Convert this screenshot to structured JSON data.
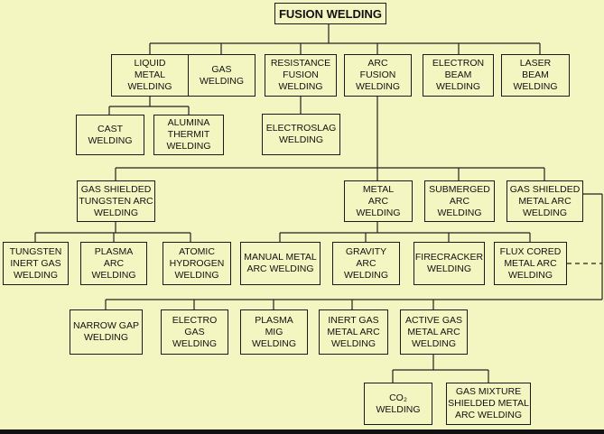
{
  "nodes": {
    "fusion_welding": "FUSION WELDING",
    "liquid_metal": "LIQUID\nMETAL\nWELDING",
    "gas": "GAS\nWELDING",
    "resistance_fusion": "RESISTANCE\nFUSION\nWELDING",
    "arc_fusion": "ARC\nFUSION\nWELDING",
    "electron_beam": "ELECTRON\nBEAM\nWELDING",
    "laser_beam": "LASER\nBEAM\nWELDING",
    "cast": "CAST\nWELDING",
    "alumina_thermit": "ALUMINA\nTHERMIT\nWELDING",
    "electroslag": "ELECTROSLAG\nWELDING",
    "gtaw": "GAS SHIELDED\nTUNGSTEN ARC\nWELDING",
    "metal_arc": "METAL\nARC\nWELDING",
    "submerged_arc": "SUBMERGED\nARC\nWELDING",
    "gas_shielded_metal_arc": "GAS SHIELDED\nMETAL ARC\nWELDING",
    "tungsten_inert_gas": "TUNGSTEN\nINERT GAS\nWELDING",
    "plasma_arc": "PLASMA\nARC\nWELDING",
    "atomic_hydrogen": "ATOMIC\nHYDROGEN\nWELDING",
    "manual_metal_arc": "MANUAL METAL\nARC WELDING",
    "gravity_arc": "GRAVITY\nARC\nWELDING",
    "firecracker": "FIRECRACKER\nWELDING",
    "flux_cored": "FLUX   CORED\nMETAL   ARC\nWELDING",
    "narrow_gap": "NARROW GAP\nWELDING",
    "electro_gas": "ELECTRO\nGAS\nWELDING",
    "plasma_mig": "PLASMA\nMIG\nWELDING",
    "inert_gas_metal_arc": "INERT GAS\nMETAL ARC\nWELDING",
    "active_gas_metal_arc": "ACTIVE GAS\nMETAL ARC\nWELDING",
    "co2": "CO₂\nWELDING",
    "gas_mixture": "GAS MIXTURE\nSHIELDED METAL\nARC WELDING"
  }
}
